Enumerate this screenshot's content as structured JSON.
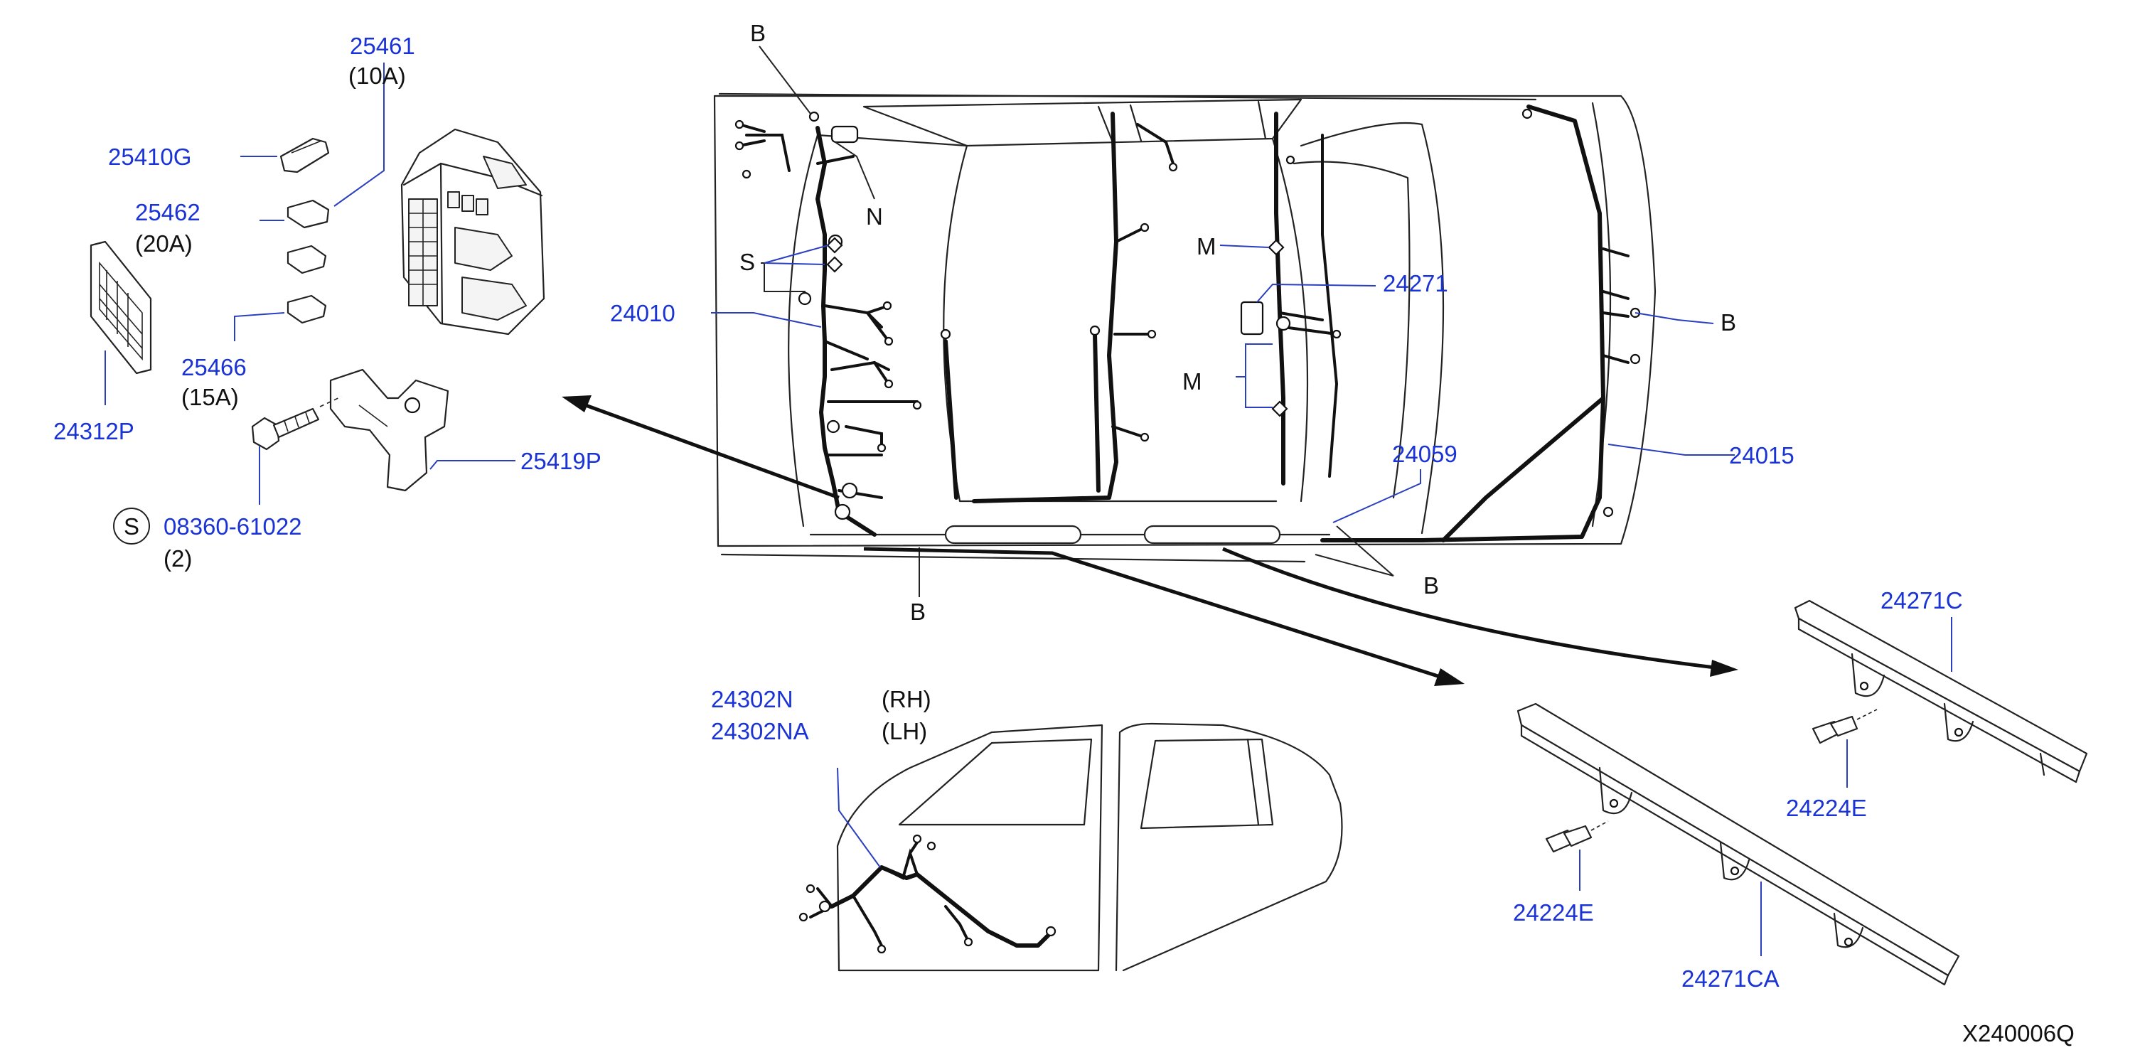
{
  "callouts": {
    "p25461": "25461",
    "p25461_note": "(10A)",
    "p25410G": "25410G",
    "p25462": "25462",
    "p25462_note": "(20A)",
    "p25466": "25466",
    "p25466_note": "(15A)",
    "p24312P": "24312P",
    "p25419P": "25419P",
    "p08360": "08360-61022",
    "p08360_note": "(2)",
    "s_symbol": "S",
    "p24010": "24010",
    "p24271": "24271",
    "p24059": "24059",
    "p24015": "24015",
    "p24302N": "24302N",
    "p24302N_side": "(RH)",
    "p24302NA": "24302NA",
    "p24302NA_side": "(LH)",
    "p24271C": "24271C",
    "p24224E_a": "24224E",
    "p24224E_b": "24224E",
    "p24271CA": "24271CA",
    "letter_B1": "B",
    "letter_N": "N",
    "letter_S": "S",
    "letter_M1": "M",
    "letter_M2": "M",
    "letter_B2": "B",
    "letter_B3": "B",
    "letter_B4": "B"
  },
  "diagram_code": "X240006Q",
  "colors": {
    "part_number": "#1a33d6",
    "note": "#111111",
    "line": "#111111"
  }
}
